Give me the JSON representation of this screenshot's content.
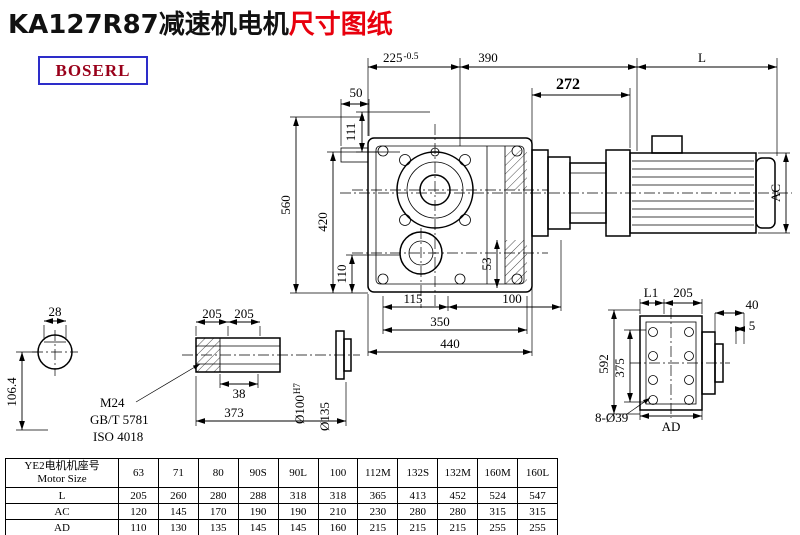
{
  "title": {
    "black": "KA127R87减速机电机",
    "red": "尺寸图纸"
  },
  "logo": {
    "text": "BOSERL"
  },
  "colors": {
    "title-red": "#e8000d",
    "logo-text": "#99001a",
    "logo-border": "#2d2dc9"
  },
  "dims": {
    "d225": "225",
    "d225_tol": "-0.5",
    "d390": "390",
    "d272": "272",
    "L": "L",
    "d50": "50",
    "d111": "111",
    "d560": "560",
    "d420": "420",
    "d110": "110",
    "d53": "53",
    "d115": "115",
    "d100": "100",
    "d350": "350",
    "d440": "440",
    "AC": "AC",
    "d28": "28",
    "d106_4": "106.4",
    "d205a": "205",
    "d205b": "205",
    "d38": "38",
    "d373": "373",
    "m24": "M24",
    "gbt": "GB/T 5781",
    "iso": "ISO 4018",
    "dia100": "Ø100",
    "dia100_tol": "H7",
    "dia135": "Ø135",
    "L1": "L1",
    "d205c": "205",
    "d40": "40",
    "d5": "5",
    "d592": "592",
    "d375": "375",
    "holes": "8-Ø39",
    "AD": "AD"
  },
  "table": {
    "header_cn": "YE2电机机座号",
    "header_en": "Motor Size",
    "columns": [
      "63",
      "71",
      "80",
      "90S",
      "90L",
      "100",
      "112M",
      "132S",
      "132M",
      "160M",
      "160L"
    ],
    "rows": [
      {
        "label": "L",
        "values": [
          "205",
          "260",
          "280",
          "288",
          "318",
          "318",
          "365",
          "413",
          "452",
          "524",
          "547"
        ]
      },
      {
        "label": "AC",
        "values": [
          "120",
          "145",
          "170",
          "190",
          "190",
          "210",
          "230",
          "280",
          "280",
          "315",
          "315"
        ]
      },
      {
        "label": "AD",
        "values": [
          "110",
          "130",
          "135",
          "145",
          "145",
          "160",
          "215",
          "215",
          "215",
          "255",
          "255"
        ]
      }
    ]
  }
}
